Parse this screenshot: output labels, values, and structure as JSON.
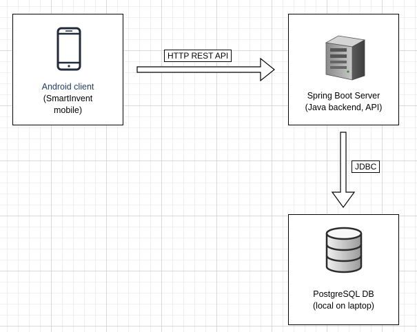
{
  "nodes": {
    "android": {
      "line1": "Android client",
      "line2": "(SmartInvent",
      "line3": "mobile)",
      "icon": "smartphone-icon",
      "label_color": "#1f3a5f"
    },
    "server": {
      "line1": "Spring Boot Server",
      "line2": "(Java backend, API)",
      "icon": "server-tower-icon"
    },
    "database": {
      "line1": "PostgreSQL DB",
      "line2": "(local on laptop)",
      "icon": "database-cylinder-icon"
    }
  },
  "edges": {
    "android_to_server": {
      "label": "HTTP REST API",
      "arrow": "hollow-right"
    },
    "server_to_database": {
      "label": "JDBC",
      "arrow": "hollow-down"
    }
  }
}
